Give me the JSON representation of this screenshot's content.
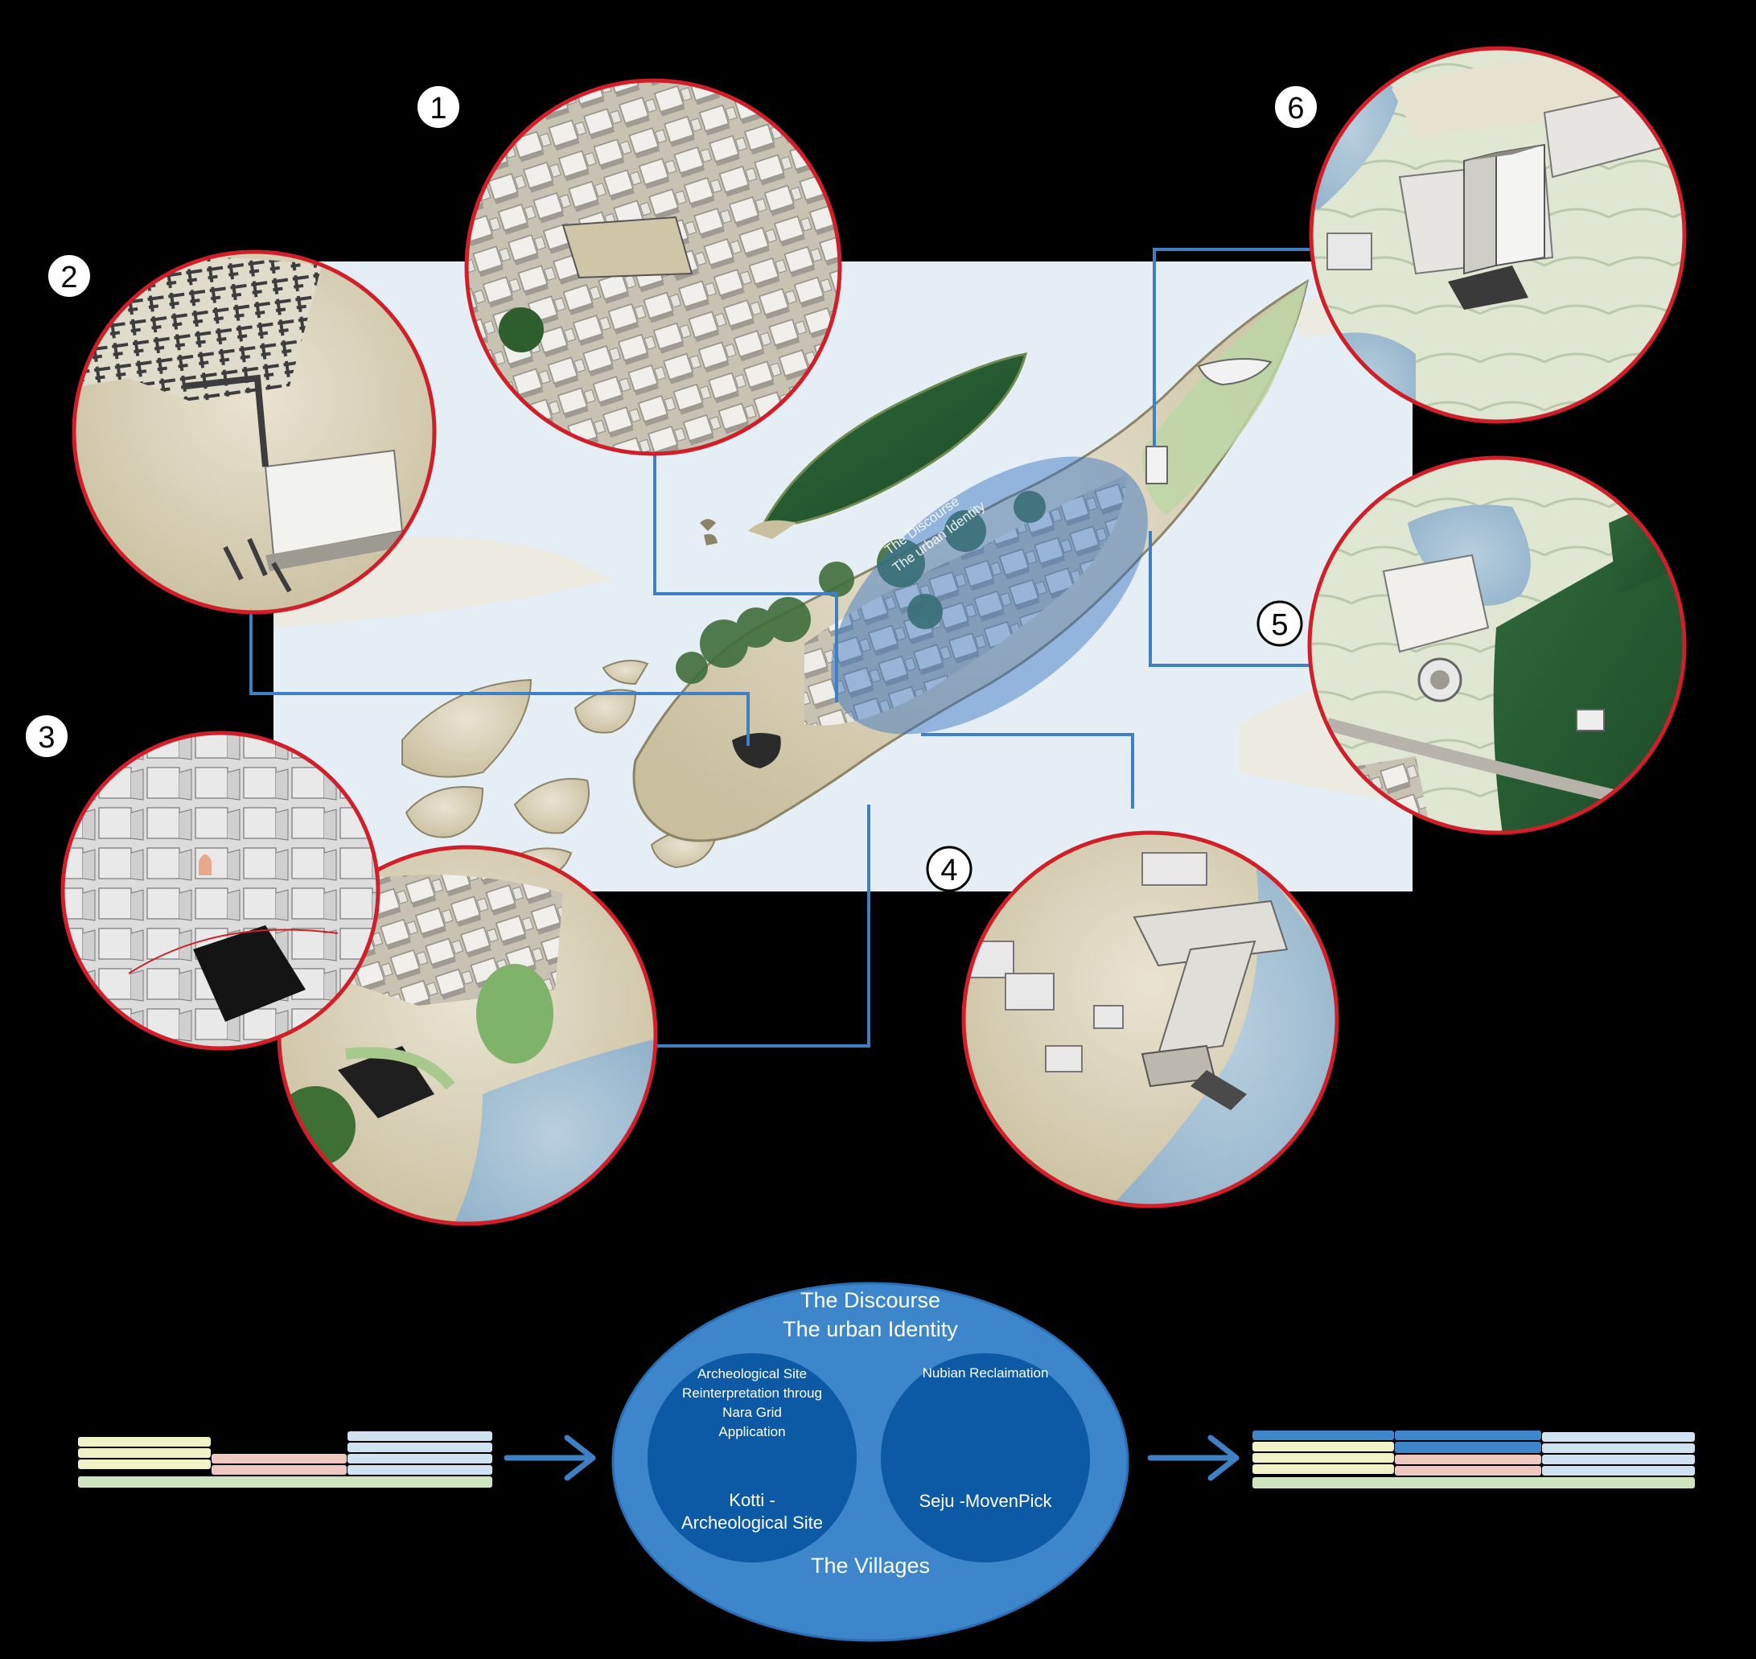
{
  "callouts": [
    {
      "id": "1",
      "style": "filled"
    },
    {
      "id": "2",
      "style": "filled"
    },
    {
      "id": "3",
      "style": "filled"
    },
    {
      "id": "4",
      "style": "outline"
    },
    {
      "id": "5",
      "style": "outline"
    },
    {
      "id": "6",
      "style": "filled"
    }
  ],
  "map_overlay": {
    "line1": "The Discourse",
    "line2": "The urban Identity"
  },
  "diagram": {
    "outer_title_1": "The Discourse",
    "outer_title_2": "The urban  Identity",
    "outer_bottom": "The Villages",
    "left_top_1": "Archeological Site",
    "left_top_2": "Reinterpretation throug",
    "left_top_3": "Nara Grid",
    "left_top_4": "Application",
    "left_bottom_1": "Kotti -",
    "left_bottom_2": "Archeological Site",
    "right_top": "Nubian Reclaimation",
    "right_bottom": "Seju -MovenPick"
  },
  "colors": {
    "background": "#000000",
    "map_water": "#e6eef5",
    "link_line": "#3f7fc4",
    "circle_border": "#d11f2a",
    "diagram_outer": "#3d86cc",
    "diagram_inner": "#0c5aa6",
    "bar_yellow": "#f1f2c8",
    "bar_pink": "#efc8c0",
    "bar_lightblue": "#d0e2f2",
    "bar_green": "#cfe5c0",
    "bar_blue": "#3d86cc",
    "arrow": "#3f7fc4"
  }
}
